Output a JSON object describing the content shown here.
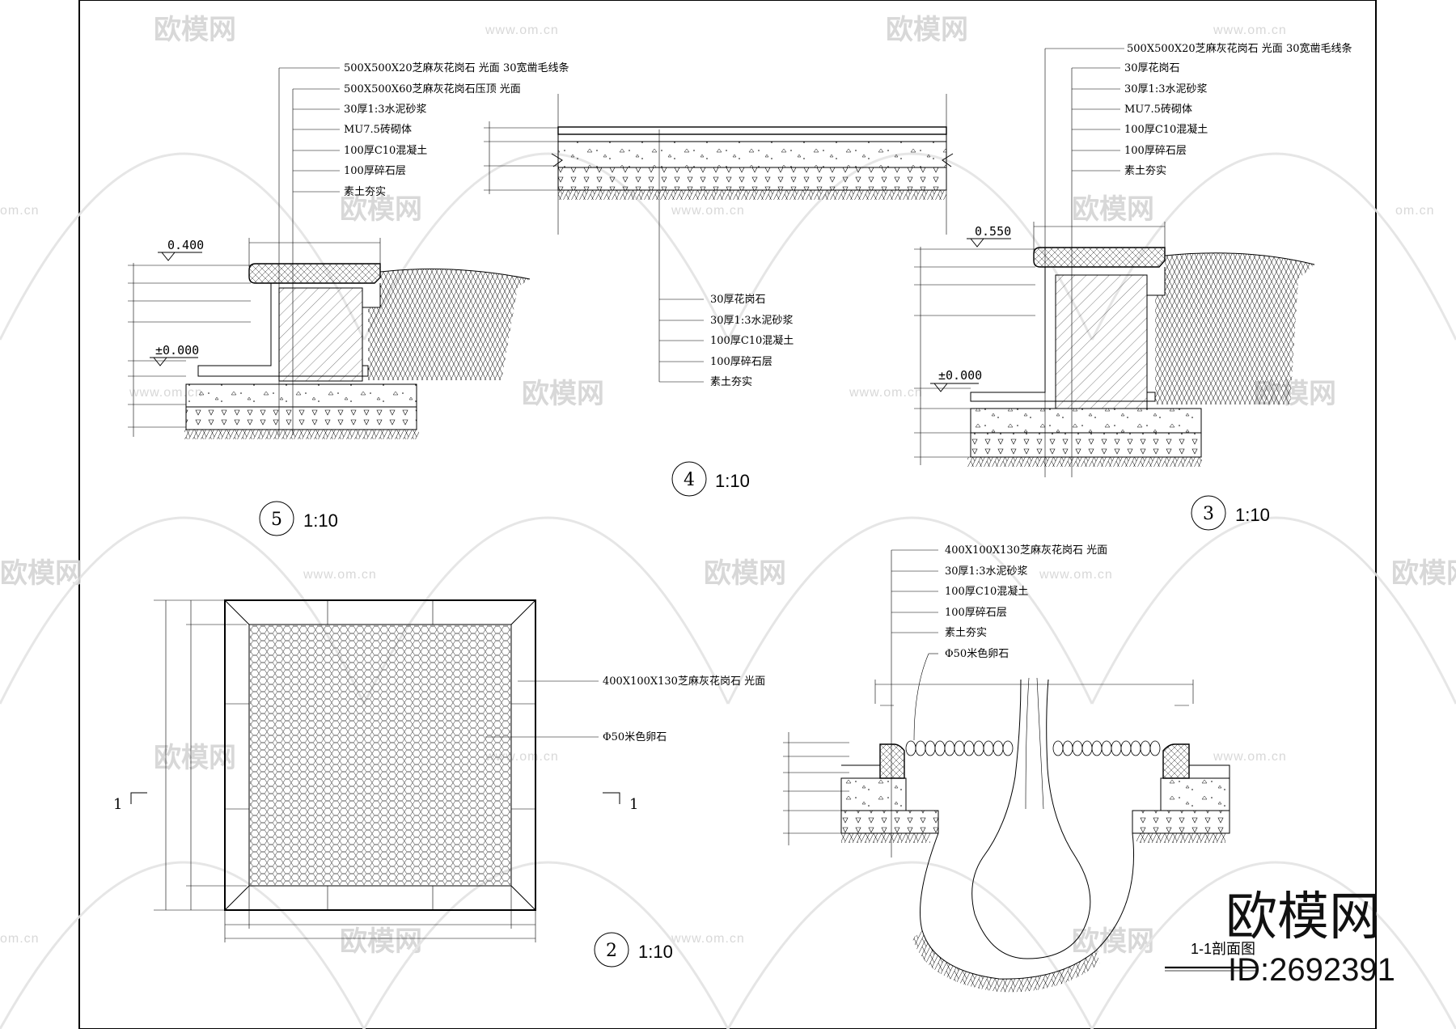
{
  "watermark": {
    "brand": "欧模网",
    "url": "www.om.cn",
    "url_short": "om.cn"
  },
  "stamp": {
    "brand": "欧模网",
    "id": "ID:2692391"
  },
  "detail5": {
    "number": "5",
    "scale": "1:10",
    "level_top": "0.400",
    "level_base": "±0.000",
    "notes": [
      "500X500X20芝麻灰花岗石 光面 30宽凿毛线条",
      "500X500X60芝麻灰花岗石压顶 光面",
      "30厚1:3水泥砂浆",
      "MU7.5砖砌体",
      "100厚C10混凝土",
      "100厚碎石层",
      "素土夯实"
    ]
  },
  "detail4": {
    "number": "4",
    "scale": "1:10",
    "notes": [
      "30厚花岗石",
      "30厚1:3水泥砂浆",
      "100厚C10混凝土",
      "100厚碎石层",
      "素土夯实"
    ]
  },
  "detail3": {
    "number": "3",
    "scale": "1:10",
    "level_top": "0.550",
    "level_base": "±0.000",
    "notes": [
      "500X500X20芝麻灰花岗石 光面 30宽凿毛线条",
      "30厚花岗石",
      "30厚1:3水泥砂浆",
      "MU7.5砖砌体",
      "100厚C10混凝土",
      "100厚碎石层",
      "素土夯实"
    ]
  },
  "detail2": {
    "number": "2",
    "scale": "1:10",
    "notes": [
      "400X100X130芝麻灰花岗石 光面",
      "Φ50米色卵石"
    ],
    "section_mark": "1"
  },
  "section11": {
    "title": "1-1剖面图",
    "notes": [
      "400X100X130芝麻灰花岗石 光面",
      "30厚1:3水泥砂浆",
      "100厚C10混凝土",
      "100厚碎石层",
      "素土夯实",
      "Φ50米色卵石"
    ]
  }
}
